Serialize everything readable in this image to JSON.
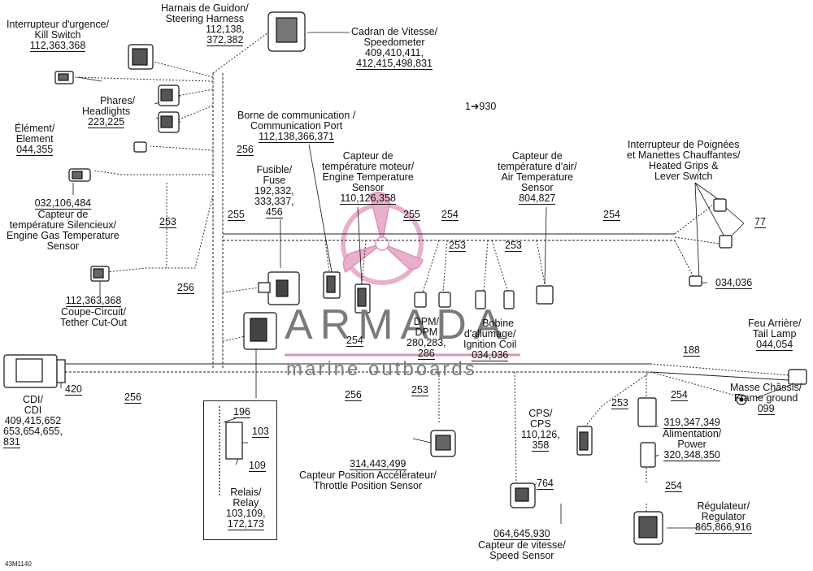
{
  "watermark": {
    "brand": "ARMADA",
    "tagline": "marine outboards"
  },
  "figure_code": "43M1140",
  "labels": {
    "steering_harness": {
      "line1": "Harnais de Guidon/",
      "line2": "Steering Harness",
      "refs1": "112,138,",
      "refs2": "372,382"
    },
    "kill_switch": {
      "line1": "Interrupteur d'urgence/",
      "line2": "Kill Switch",
      "refs": "112,363,368"
    },
    "speedometer": {
      "line1": "Cadran de Vitesse/",
      "line2": "Speedometer",
      "refs1": "409,410,411,",
      "refs2": "412,415,498,831"
    },
    "headlights": {
      "line1": "Phares/",
      "line2": "Headlights",
      "refs": "223,225"
    },
    "element": {
      "line1": "Élément/",
      "line2": "Element",
      "refs": "044,355"
    },
    "comm_port": {
      "line1": "Borne de communication /",
      "line2": "Communication Port",
      "refs": "112,138,366,371"
    },
    "range_930": "1➔930",
    "engine_gas_temp": {
      "refs": "032,106,484",
      "line1": "Capteur de",
      "line2": "température Silencieux/",
      "line3": "Engine Gas Temperature",
      "line4": "Sensor"
    },
    "fuse": {
      "line1": "Fusible/",
      "line2": "Fuse",
      "refs1": "192,332,",
      "refs2": "333,337,",
      "refs3": "456"
    },
    "engine_temp": {
      "line1": "Capteur de",
      "line2": "température moteur/",
      "line3": "Engine Temperature",
      "line4": "Sensor",
      "refs": "110,126,358"
    },
    "air_temp": {
      "line1": "Capteur de",
      "line2": "température d'air/",
      "line3": "Air Temperature",
      "line4": "Sensor",
      "refs": "804,827"
    },
    "grips_switch": {
      "line1": "Interrupteur de Poignées",
      "line2": "et Manettes Chauffantes/",
      "line3": "Heated Grips &",
      "line4": "Lever Switch",
      "refs": "034,036"
    },
    "tether": {
      "refs": "112,363,368",
      "line1": "Coupe-Circuit/",
      "line2": "Tether Cut-Out"
    },
    "dpm": {
      "line1": "DPM/",
      "line2": "DPM",
      "refs1": "280,283,",
      "refs2": "286"
    },
    "ignition_coil": {
      "line1": "Bobine",
      "line2": "d'allumage/",
      "line3": "Ignition Coil",
      "refs": "034,036"
    },
    "tail_lamp": {
      "line1": "Feu Arrière/",
      "line2": "Tail Lamp",
      "refs": "044,054"
    },
    "cdi": {
      "line1": "CDI/",
      "line2": "CDI",
      "refs1": "409,415,652",
      "refs2": "653,654,655,",
      "refs3": "831"
    },
    "frame_ground": {
      "line1": "Masse Châssis/",
      "line2": "Frame ground",
      "refs": "099"
    },
    "cps": {
      "line1": "CPS/",
      "line2": "CPS",
      "refs1": "110,126,",
      "refs2": "358"
    },
    "power": {
      "refs": "319,347,349",
      "line1": "Alimentation/",
      "line2": "Power",
      "refs2": "320,348,350"
    },
    "throttle": {
      "refs": "314,443,499",
      "line1": "Capteur Position Accélérateur/",
      "line2": "Throttle Position Sensor"
    },
    "relay": {
      "line1": "Relais/",
      "line2": "Relay",
      "refs1": "103,109,",
      "refs2": "172,173"
    },
    "regulator": {
      "line1": "Régulateur/",
      "line2": "Regulator",
      "refs": "865,866,916"
    },
    "speed_sensor": {
      "refs": "064,645,930",
      "line1": "Capteur de vitesse/",
      "line2": "Speed Sensor"
    }
  },
  "part_refs": {
    "r256_top": "256",
    "r253_left": "253",
    "r255": "255",
    "r255b": "255",
    "r254_a": "254",
    "r254_b": "254",
    "r253_c": "253",
    "r253_d": "253",
    "r77": "77",
    "r256_mid": "256",
    "r254_mid": "254",
    "r188": "188",
    "r420": "420",
    "r256_bot1": "256",
    "r256_bot2": "256",
    "r253_bot": "253",
    "r196": "196",
    "r103": "103",
    "r109": "109",
    "r253_right": "253",
    "r254_right": "254",
    "r764": "764",
    "r254_low": "254"
  }
}
